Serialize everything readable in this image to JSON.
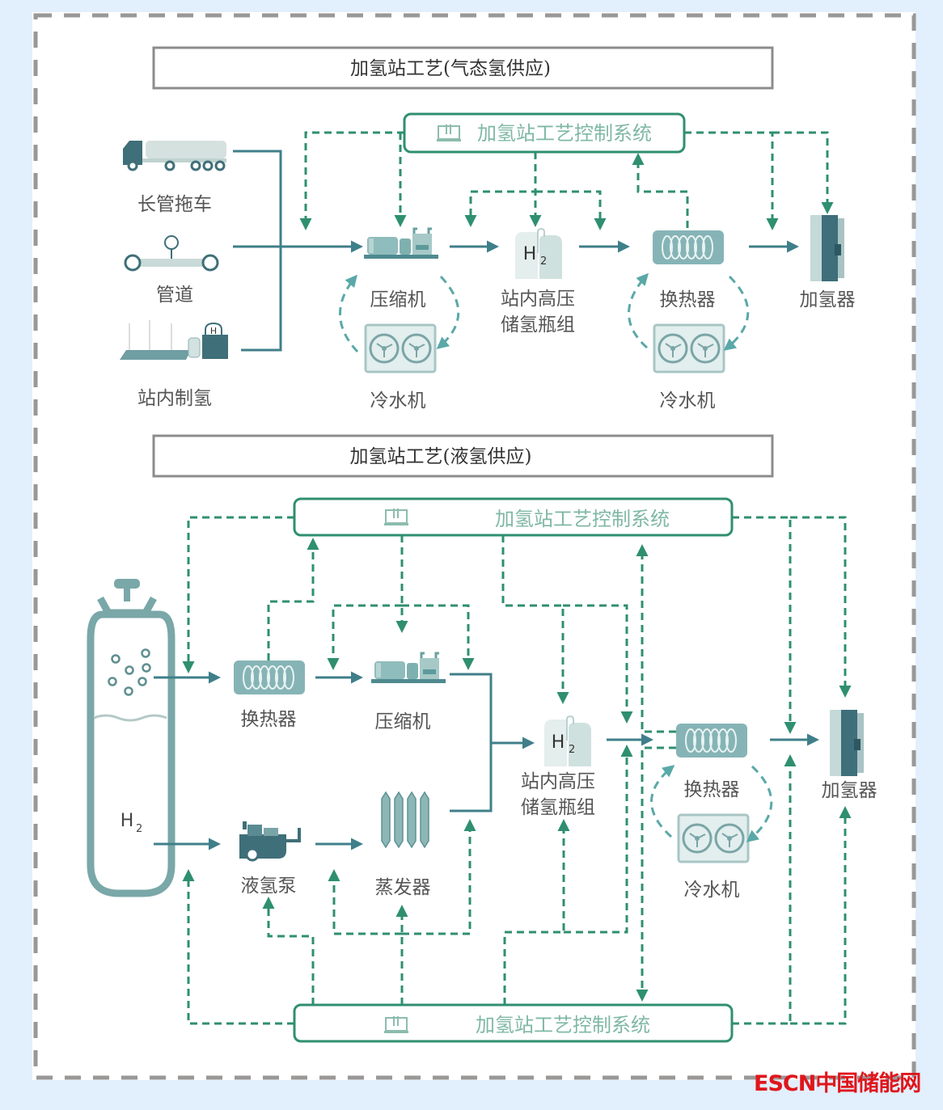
{
  "gas_section": {
    "title": "加氢站工艺(气态氢供应)",
    "control_system": "加氢站工艺控制系统",
    "sources": [
      {
        "label": "长管拖车",
        "icon": "tube-trailer-truck-icon"
      },
      {
        "label": "管道",
        "icon": "pipeline-icon"
      },
      {
        "label": "站内制氢",
        "icon": "onsite-hydrogen-production-icon"
      }
    ],
    "compressor": "压缩机",
    "chiller_1": "冷水机",
    "storage": [
      "站内高压",
      "储氢瓶组"
    ],
    "storage_badge": "H",
    "storage_badge_sub": "2",
    "heat_exchanger": "换热器",
    "chiller_2": "冷水机",
    "dispenser": "加氢器"
  },
  "liquid_section": {
    "title": "加氢站工艺(液氢供应)",
    "control_system_top": "加氢站工艺控制系统",
    "control_system_bottom": "加氢站工艺控制系统",
    "tank_label": "H",
    "tank_label_sub": "2",
    "heat_exchanger_1": "换热器",
    "compressor": "压缩机",
    "pump": "液氢泵",
    "evaporator": "蒸发器",
    "storage": [
      "站内高压",
      "储氢瓶组"
    ],
    "storage_badge": "H",
    "storage_badge_sub": "2",
    "heat_exchanger_2": "换热器",
    "chiller": "冷水机",
    "dispenser": "加氢器"
  },
  "watermark": "ESCN中国储能网",
  "colors": {
    "background": "#e2effd",
    "panel": "#ffffff",
    "flow_line": "#3f7f8a",
    "control_line": "#2f8f70",
    "loop_line": "#5aa8a8",
    "watermark": "#e0161c"
  }
}
